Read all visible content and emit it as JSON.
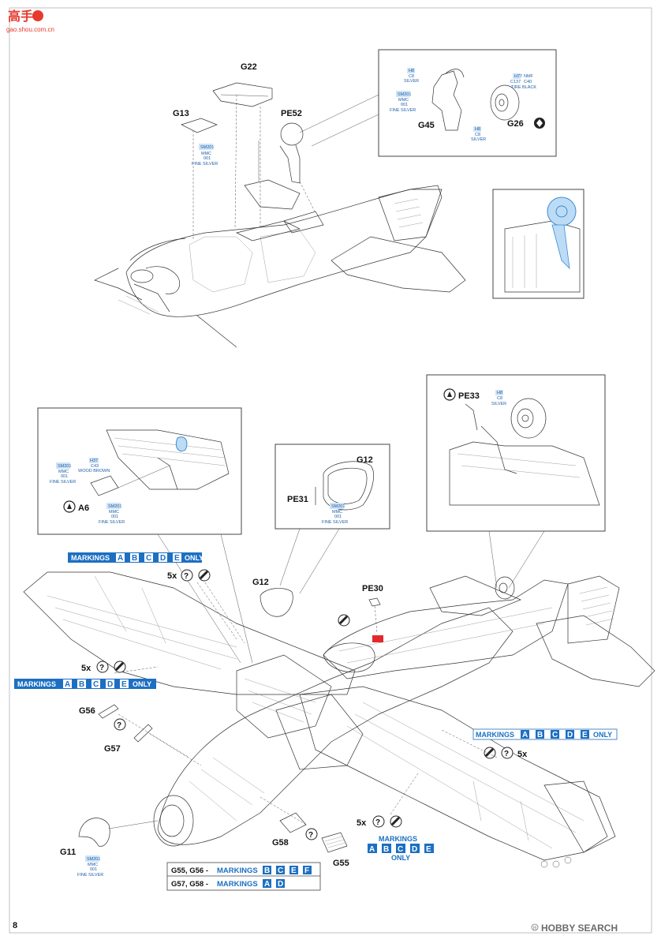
{
  "watermark": {
    "logo_text": "高手",
    "logo_sub": "gao.shou.com.cn"
  },
  "page_number": "8",
  "footer_brand": "HOBBY SEARCH",
  "footer_brand_icon": "registered-mark",
  "part_labels": {
    "g22": "G22",
    "g13": "G13",
    "pe52": "PE52",
    "g45": "G45",
    "g26": "G26",
    "pe33": "PE33",
    "g12_detail": "G12",
    "pe31": "PE31",
    "a6": "A6",
    "g12": "G12",
    "pe30": "PE30",
    "g56": "G56",
    "g57": "G57",
    "g11": "G11",
    "g58": "G58",
    "g55": "G55"
  },
  "paint_callouts": {
    "g13": {
      "code1": "SM201",
      "code2": "MMC",
      "code3": "001",
      "name": "FINE SILVER"
    },
    "g45_silver": {
      "code1": "H8",
      "code2": "C8",
      "name": "SILVER"
    },
    "g45_fine": {
      "code1": "SM201",
      "code2": "MMC",
      "code3": "001",
      "name": "FINE SILVER"
    },
    "g45_silver2": {
      "code1": "H8",
      "code2": "C8",
      "name": "SILVER"
    },
    "g26_tire": {
      "code1": "H77",
      "code2": "NMF",
      "code3": "C137",
      "code4": "C40",
      "name": "TIRE BLACK"
    },
    "pe33": {
      "code1": "H8",
      "code2": "C8",
      "name": "SILVER"
    },
    "a6_fine": {
      "code1": "SM201",
      "code2": "MMC",
      "code3": "001",
      "name": "FINE SILVER"
    },
    "a6_wood": {
      "code1": "H37",
      "code2": "C43",
      "name": "WOOD BROWN"
    },
    "a6_fine2": {
      "code1": "SM201",
      "code2": "MMC",
      "code3": "001",
      "name": "FINE SILVER"
    },
    "g12": {
      "code1": "SM201",
      "code2": "MMC",
      "code3": "001",
      "name": "FINE SILVER"
    },
    "g11": {
      "code1": "SM201",
      "code2": "MMC",
      "code3": "001",
      "name": "FINE SILVER"
    }
  },
  "markings": {
    "prefix": "MARKINGS",
    "letters": [
      "A",
      "B",
      "C",
      "D",
      "E"
    ],
    "suffix": "ONLY"
  },
  "qty": {
    "five_x": "5x"
  },
  "legend": {
    "row1_parts": "G55, G56 -",
    "row1_label": "MARKINGS",
    "row1_letters": [
      "B",
      "C",
      "E",
      "F"
    ],
    "row2_parts": "G57, G58 -",
    "row2_label": "MARKINGS",
    "row2_letters": [
      "A",
      "D"
    ]
  },
  "symbols": {
    "question": "?",
    "optional": "optional-marking-icon"
  }
}
